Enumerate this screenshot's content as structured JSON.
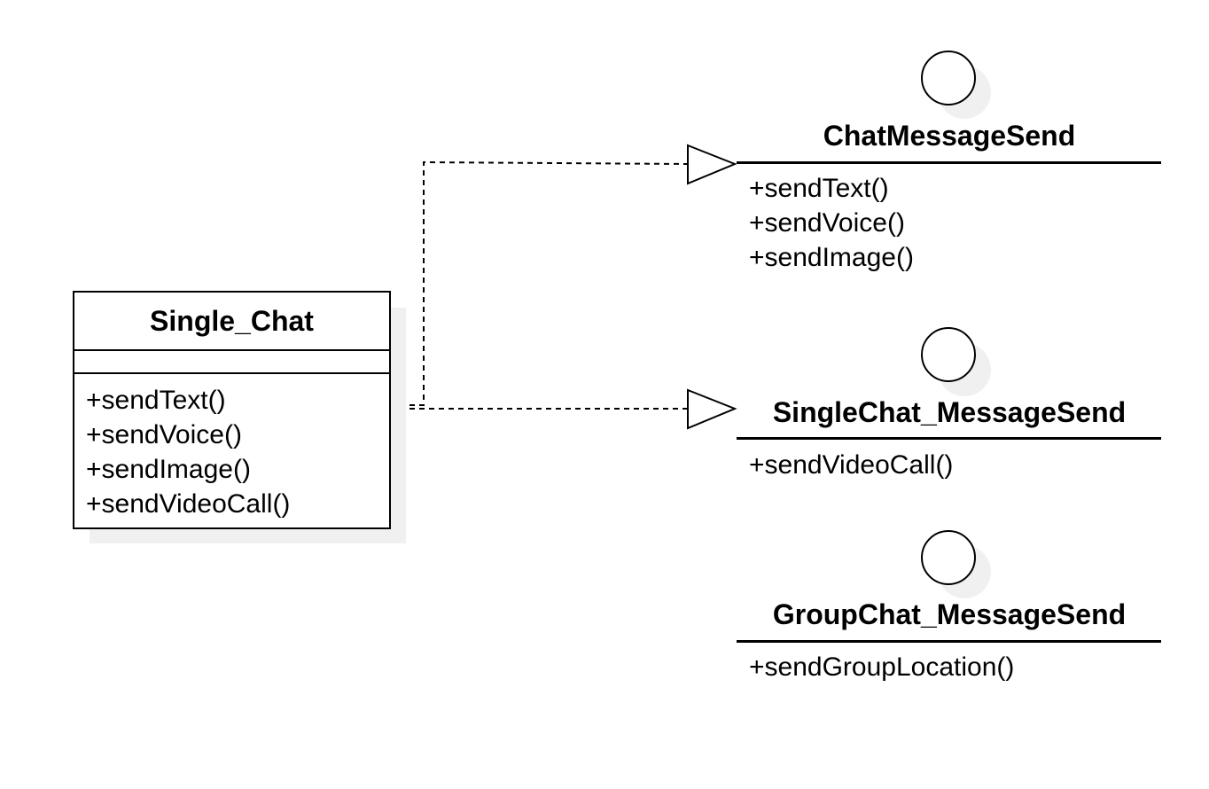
{
  "single_chat": {
    "name": "Single_Chat",
    "operations": [
      "+sendText()",
      "+sendVoice()",
      "+sendImage()",
      "+sendVideoCall()"
    ]
  },
  "interfaces": [
    {
      "name": "ChatMessageSend",
      "operations": [
        "+sendText()",
        "+sendVoice()",
        "+sendImage()"
      ]
    },
    {
      "name": "SingleChat_MessageSend",
      "operations": [
        "+sendVideoCall()"
      ]
    },
    {
      "name": "GroupChat_MessageSend",
      "operations": [
        "+sendGroupLocation()"
      ]
    }
  ],
  "colors": {
    "line": "#000000",
    "shadow": "#f0f0f0",
    "background": "#ffffff"
  }
}
